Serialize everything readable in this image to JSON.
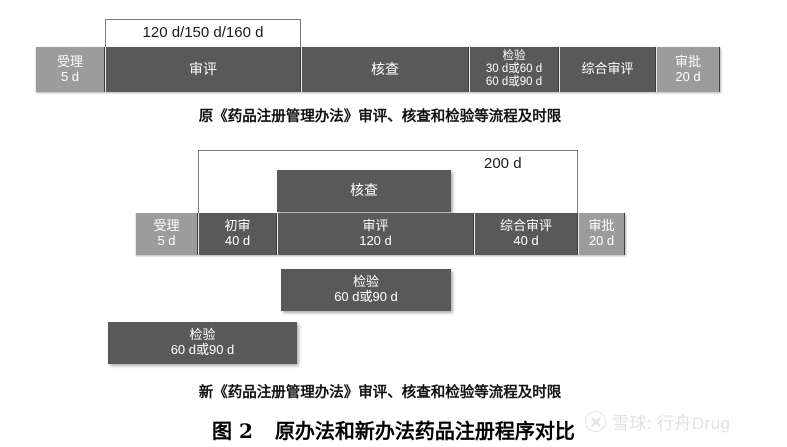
{
  "figure": {
    "title_number": "图 2",
    "title_text": "原办法和新办法药品注册程序对比"
  },
  "watermark": {
    "logo": "circle-x-logo",
    "text": "雪球: 行舟Drug"
  },
  "old_process": {
    "caption": "原《药品注册管理办法》审评、核查和检验等流程及时限",
    "bracket": {
      "label": "120 d/150 d/160 d"
    },
    "segments": [
      {
        "name": "受理",
        "line1": "受理",
        "line2": "5 d",
        "line3": "",
        "shade": "light"
      },
      {
        "name": "审评",
        "line1": "审评",
        "line2": "",
        "line3": "",
        "shade": "dark"
      },
      {
        "name": "核查",
        "line1": "核查",
        "line2": "",
        "line3": "",
        "shade": "dark"
      },
      {
        "name": "检验",
        "line1": "检验",
        "line2": "30 d或60 d",
        "line3": "60 d或90 d",
        "shade": "dark"
      },
      {
        "name": "综合审评",
        "line1": "综合审评",
        "line2": "",
        "line3": "",
        "shade": "dark"
      },
      {
        "name": "审批",
        "line1": "审批",
        "line2": "20 d",
        "line3": "",
        "shade": "light"
      }
    ]
  },
  "new_process": {
    "caption": "新《药品注册管理办法》审评、核查和检验等流程及时限",
    "bracket": {
      "label": "200 d"
    },
    "inspection_box": {
      "line1": "核查",
      "line2": ""
    },
    "segments": [
      {
        "name": "受理",
        "line1": "受理",
        "line2": "5 d",
        "shade": "light"
      },
      {
        "name": "初审",
        "line1": "初审",
        "line2": "40 d",
        "shade": "dark"
      },
      {
        "name": "审评",
        "line1": "审评",
        "line2": "120 d",
        "shade": "dark"
      },
      {
        "name": "综合审评",
        "line1": "综合审评",
        "line2": "40 d",
        "shade": "dark"
      },
      {
        "name": "审批",
        "line1": "审批",
        "line2": "20 d",
        "shade": "light"
      }
    ],
    "test_boxes": [
      {
        "name": "检验-上",
        "line1": "检验",
        "line2": "60 d或90 d"
      },
      {
        "name": "检验-下",
        "line1": "检验",
        "line2": "60 d或90 d"
      }
    ]
  },
  "colors": {
    "dark_gray": "#595959",
    "light_gray": "#9c9c9c",
    "text_on_bar": "#ffffff",
    "bracket_line": "#7a7a7a",
    "watermark": "#e2e2e2",
    "background": "#ffffff"
  }
}
